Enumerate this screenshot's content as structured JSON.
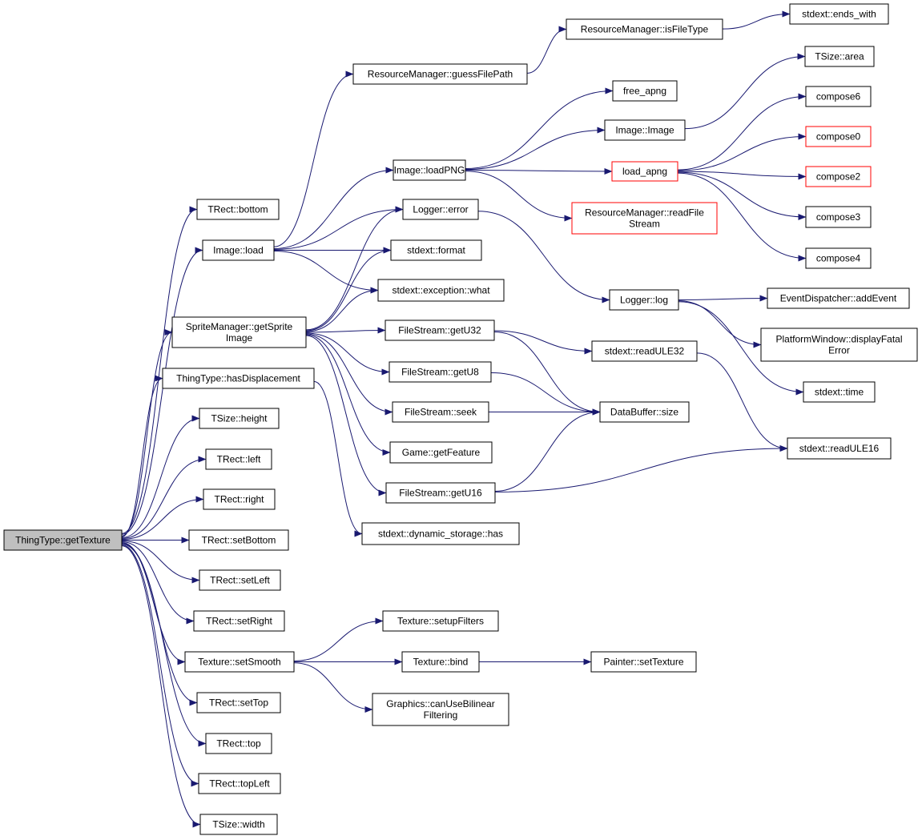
{
  "nodes": [
    {
      "id": "root",
      "lines": [
        "ThingType::getTexture"
      ],
      "style": "root"
    },
    {
      "id": "bottom",
      "lines": [
        "TRect::bottom"
      ],
      "style": "normal"
    },
    {
      "id": "imgload",
      "lines": [
        "Image::load"
      ],
      "style": "normal"
    },
    {
      "id": "spriteimg",
      "lines": [
        "SpriteManager::getSprite",
        "Image"
      ],
      "style": "normal"
    },
    {
      "id": "hasdisp",
      "lines": [
        "ThingType::hasDisplacement"
      ],
      "style": "normal"
    },
    {
      "id": "height",
      "lines": [
        "TSize::height"
      ],
      "style": "normal"
    },
    {
      "id": "left",
      "lines": [
        "TRect::left"
      ],
      "style": "normal"
    },
    {
      "id": "right",
      "lines": [
        "TRect::right"
      ],
      "style": "normal"
    },
    {
      "id": "setbottom",
      "lines": [
        "TRect::setBottom"
      ],
      "style": "normal"
    },
    {
      "id": "setleft",
      "lines": [
        "TRect::setLeft"
      ],
      "style": "normal"
    },
    {
      "id": "setright",
      "lines": [
        "TRect::setRight"
      ],
      "style": "normal"
    },
    {
      "id": "setsmooth",
      "lines": [
        "Texture::setSmooth"
      ],
      "style": "normal"
    },
    {
      "id": "settop",
      "lines": [
        "TRect::setTop"
      ],
      "style": "normal"
    },
    {
      "id": "top",
      "lines": [
        "TRect::top"
      ],
      "style": "normal"
    },
    {
      "id": "topleft",
      "lines": [
        "TRect::topLeft"
      ],
      "style": "normal"
    },
    {
      "id": "width",
      "lines": [
        "TSize::width"
      ],
      "style": "normal"
    },
    {
      "id": "guess",
      "lines": [
        "ResourceManager::guessFilePath"
      ],
      "style": "normal"
    },
    {
      "id": "isfiletype",
      "lines": [
        "ResourceManager::isFileType"
      ],
      "style": "normal"
    },
    {
      "id": "endswith",
      "lines": [
        "stdext::ends_with"
      ],
      "style": "normal"
    },
    {
      "id": "loadpng",
      "lines": [
        "Image::loadPNG"
      ],
      "style": "normal"
    },
    {
      "id": "freeapng",
      "lines": [
        "free_apng"
      ],
      "style": "normal"
    },
    {
      "id": "imagector",
      "lines": [
        "Image::Image"
      ],
      "style": "normal"
    },
    {
      "id": "tsizearea",
      "lines": [
        "TSize::area"
      ],
      "style": "normal"
    },
    {
      "id": "loadapng",
      "lines": [
        "load_apng"
      ],
      "style": "red"
    },
    {
      "id": "compose6",
      "lines": [
        "compose6"
      ],
      "style": "normal"
    },
    {
      "id": "compose0",
      "lines": [
        "compose0"
      ],
      "style": "red"
    },
    {
      "id": "compose2",
      "lines": [
        "compose2"
      ],
      "style": "red"
    },
    {
      "id": "compose3",
      "lines": [
        "compose3"
      ],
      "style": "normal"
    },
    {
      "id": "compose4",
      "lines": [
        "compose4"
      ],
      "style": "normal"
    },
    {
      "id": "readfilestream",
      "lines": [
        "ResourceManager::readFile",
        "Stream"
      ],
      "style": "red"
    },
    {
      "id": "loggererror",
      "lines": [
        "Logger::error"
      ],
      "style": "normal"
    },
    {
      "id": "format",
      "lines": [
        "stdext::format"
      ],
      "style": "normal"
    },
    {
      "id": "excwhat",
      "lines": [
        "stdext::exception::what"
      ],
      "style": "normal"
    },
    {
      "id": "loggerlog",
      "lines": [
        "Logger::log"
      ],
      "style": "normal"
    },
    {
      "id": "addevent",
      "lines": [
        "EventDispatcher::addEvent"
      ],
      "style": "normal"
    },
    {
      "id": "fatalerror",
      "lines": [
        "PlatformWindow::displayFatal",
        "Error"
      ],
      "style": "normal"
    },
    {
      "id": "time",
      "lines": [
        "stdext::time"
      ],
      "style": "normal"
    },
    {
      "id": "getu32",
      "lines": [
        "FileStream::getU32"
      ],
      "style": "normal"
    },
    {
      "id": "readule32",
      "lines": [
        "stdext::readULE32"
      ],
      "style": "normal"
    },
    {
      "id": "getu8",
      "lines": [
        "FileStream::getU8"
      ],
      "style": "normal"
    },
    {
      "id": "seek",
      "lines": [
        "FileStream::seek"
      ],
      "style": "normal"
    },
    {
      "id": "dbsize",
      "lines": [
        "DataBuffer::size"
      ],
      "style": "normal"
    },
    {
      "id": "getfeature",
      "lines": [
        "Game::getFeature"
      ],
      "style": "normal"
    },
    {
      "id": "getu16",
      "lines": [
        "FileStream::getU16"
      ],
      "style": "normal"
    },
    {
      "id": "readule16",
      "lines": [
        "stdext::readULE16"
      ],
      "style": "normal"
    },
    {
      "id": "dynhas",
      "lines": [
        "stdext::dynamic_storage::has"
      ],
      "style": "normal"
    },
    {
      "id": "setupfilters",
      "lines": [
        "Texture::setupFilters"
      ],
      "style": "normal"
    },
    {
      "id": "bind",
      "lines": [
        "Texture::bind"
      ],
      "style": "normal"
    },
    {
      "id": "settexture",
      "lines": [
        "Painter::setTexture"
      ],
      "style": "normal"
    },
    {
      "id": "bilinear",
      "lines": [
        "Graphics::canUseBilinear",
        "Filtering"
      ],
      "style": "normal"
    }
  ],
  "edges": [
    [
      "root",
      "bottom"
    ],
    [
      "root",
      "imgload"
    ],
    [
      "root",
      "spriteimg"
    ],
    [
      "root",
      "hasdisp"
    ],
    [
      "root",
      "height"
    ],
    [
      "root",
      "left"
    ],
    [
      "root",
      "right"
    ],
    [
      "root",
      "setbottom"
    ],
    [
      "root",
      "setleft"
    ],
    [
      "root",
      "setright"
    ],
    [
      "root",
      "setsmooth"
    ],
    [
      "root",
      "settop"
    ],
    [
      "root",
      "top"
    ],
    [
      "root",
      "topleft"
    ],
    [
      "root",
      "width"
    ],
    [
      "imgload",
      "guess"
    ],
    [
      "imgload",
      "loadpng"
    ],
    [
      "imgload",
      "loggererror"
    ],
    [
      "imgload",
      "format"
    ],
    [
      "imgload",
      "excwhat"
    ],
    [
      "guess",
      "isfiletype"
    ],
    [
      "isfiletype",
      "endswith"
    ],
    [
      "loadpng",
      "freeapng"
    ],
    [
      "loadpng",
      "imagector"
    ],
    [
      "loadpng",
      "loadapng"
    ],
    [
      "loadpng",
      "readfilestream"
    ],
    [
      "imagector",
      "tsizearea"
    ],
    [
      "loadapng",
      "compose6"
    ],
    [
      "loadapng",
      "compose0"
    ],
    [
      "loadapng",
      "compose2"
    ],
    [
      "loadapng",
      "compose3"
    ],
    [
      "loadapng",
      "compose4"
    ],
    [
      "spriteimg",
      "loggererror"
    ],
    [
      "spriteimg",
      "format"
    ],
    [
      "spriteimg",
      "excwhat"
    ],
    [
      "spriteimg",
      "getu32"
    ],
    [
      "spriteimg",
      "getu8"
    ],
    [
      "spriteimg",
      "seek"
    ],
    [
      "spriteimg",
      "getfeature"
    ],
    [
      "spriteimg",
      "getu16"
    ],
    [
      "loggererror",
      "loggerlog"
    ],
    [
      "loggerlog",
      "addevent"
    ],
    [
      "loggerlog",
      "fatalerror"
    ],
    [
      "loggerlog",
      "time"
    ],
    [
      "getu32",
      "readule32"
    ],
    [
      "getu32",
      "dbsize"
    ],
    [
      "readule32",
      "readule16"
    ],
    [
      "getu8",
      "dbsize"
    ],
    [
      "seek",
      "dbsize"
    ],
    [
      "getu16",
      "dbsize"
    ],
    [
      "getu16",
      "readule16"
    ],
    [
      "hasdisp",
      "dynhas"
    ],
    [
      "setsmooth",
      "setupfilters"
    ],
    [
      "setsmooth",
      "bind"
    ],
    [
      "setsmooth",
      "bilinear"
    ],
    [
      "bind",
      "settexture"
    ]
  ],
  "colors": {
    "edge": "#191970",
    "border_normal": "#000000",
    "border_red": "#ff0000",
    "root_fill": "#bfbfbf",
    "node_fill": "#ffffff"
  }
}
